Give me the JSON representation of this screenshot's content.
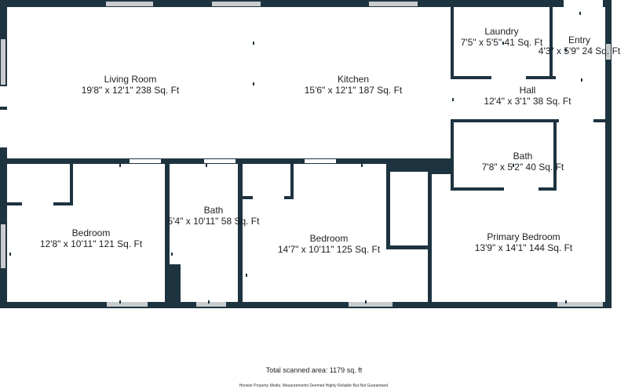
{
  "colors": {
    "wall": "#1e3340",
    "window": "#c9ccce",
    "text": "#1b1f23"
  },
  "rooms": [
    {
      "id": "living-room",
      "name": "Living Room",
      "dims": "19'8\" x 12'1\" 238 Sq. Ft"
    },
    {
      "id": "kitchen",
      "name": "Kitchen",
      "dims": "15'6\" x 12'1\" 187 Sq. Ft"
    },
    {
      "id": "laundry",
      "name": "Laundry",
      "dims": "7'5\" x 5'5\" 41 Sq. Ft"
    },
    {
      "id": "entry",
      "name": "Entry",
      "dims": "4'3\" x 5'9\" 24 Sq. Ft"
    },
    {
      "id": "hall",
      "name": "Hall",
      "dims": "12'4\" x 3'1\" 38 Sq. Ft"
    },
    {
      "id": "bath-1",
      "name": "Bath",
      "dims": "7'8\" x 5'2\" 40 Sq. Ft"
    },
    {
      "id": "bedroom-1",
      "name": "Bedroom",
      "dims": "12'8\" x 10'11\" 121 Sq. Ft"
    },
    {
      "id": "bath-2",
      "name": "Bath",
      "dims": "5'4\" x 10'11\" 58 Sq. Ft"
    },
    {
      "id": "bedroom-2",
      "name": "Bedroom",
      "dims": "14'7\" x 10'11\" 125 Sq. Ft"
    },
    {
      "id": "primary-bedroom",
      "name": "Primary Bedroom",
      "dims": "13'9\" x 14'1\" 144 Sq. Ft"
    }
  ],
  "footer": {
    "total": "Total scanned area: 1179 sq. ft",
    "disclaimer": "Hoosier Property Media. Measurements Deemed Highly Reliable But Not Guaranteed."
  }
}
